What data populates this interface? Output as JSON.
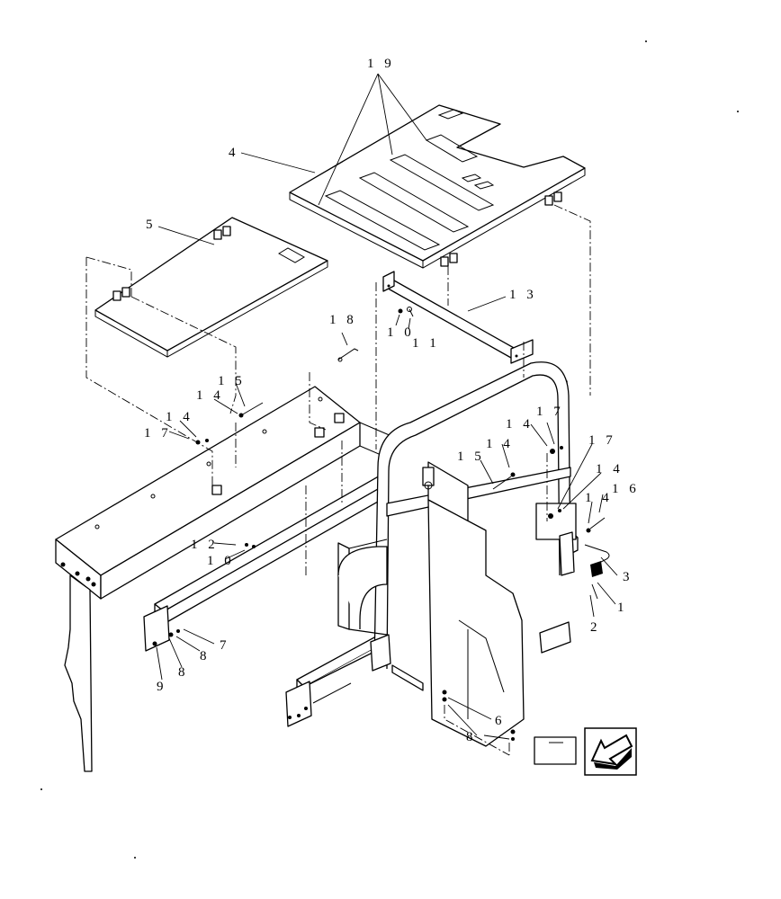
{
  "callouts": {
    "c19": "1 9",
    "c4": "4",
    "c5": "5",
    "c13": "1 3",
    "c10a": "1 0",
    "c11": "1 1",
    "c18": "1 8",
    "c15a": "1 5",
    "c14a": "1 4",
    "c14b": "1 4",
    "c17a": "1 7",
    "c17b": "1 7",
    "c14c": "1 4",
    "c14d": "1 4",
    "c15b": "1 5",
    "c17c": "1 7",
    "c14e": "1 4",
    "c14f": "1 4",
    "c16": "1 6",
    "c12": "1 2",
    "c10b": "1 0",
    "c3": "3",
    "c1": "1",
    "c2": "2",
    "c7": "7",
    "c8a": "8",
    "c8b": "8",
    "c9": "9",
    "c6": "6",
    "c8c": "8"
  },
  "nav_icon": "arrow-icon"
}
